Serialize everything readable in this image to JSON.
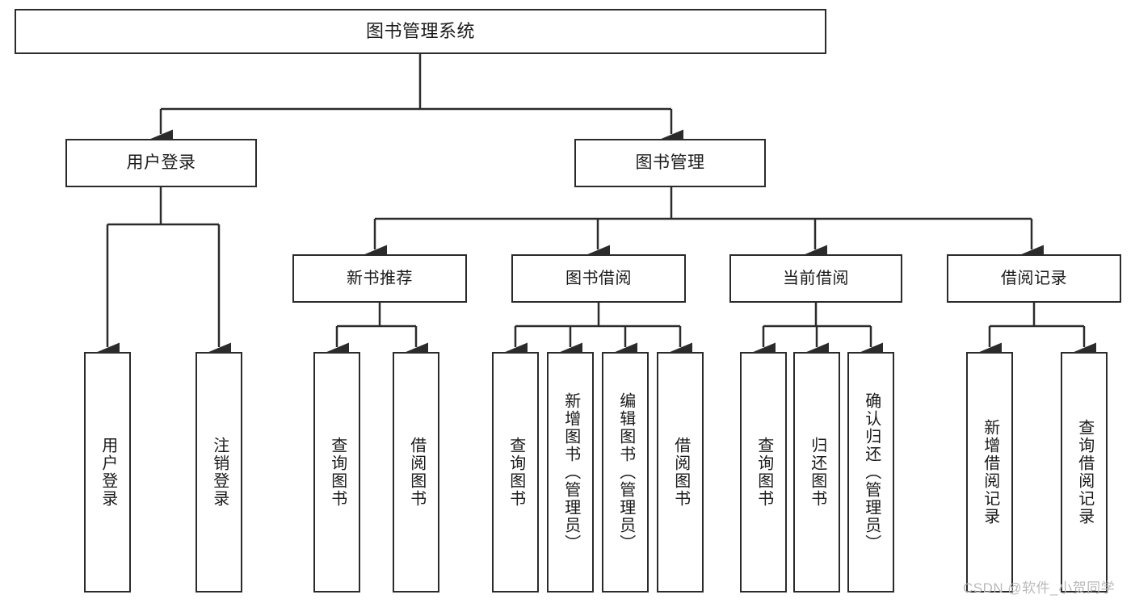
{
  "diagram": {
    "title": "图书管理系统",
    "type": "tree-hierarchy",
    "watermark": "CSDN @软件_小贺同学",
    "colors": {
      "stroke": "#2b2b2b",
      "fill": "#ffffff",
      "text": "#1a1a1a",
      "watermark": "#b9b9b9"
    },
    "root": {
      "label": "图书管理系统"
    },
    "level1": [
      {
        "label": "用户登录"
      },
      {
        "label": "图书管理"
      }
    ],
    "level2": [
      {
        "label": "新书推荐"
      },
      {
        "label": "图书借阅"
      },
      {
        "label": "当前借阅"
      },
      {
        "label": "借阅记录"
      }
    ],
    "leaves": {
      "user_login": [
        {
          "label": "用户登录"
        },
        {
          "label": "注销登录"
        }
      ],
      "new_book_recommend": [
        {
          "label": "查询图书"
        },
        {
          "label": "借阅图书"
        }
      ],
      "book_borrow": [
        {
          "label": "查询图书"
        },
        {
          "label": "新增图书（管理员）"
        },
        {
          "label": "编辑图书（管理员）"
        },
        {
          "label": "借阅图书"
        }
      ],
      "current_borrow": [
        {
          "label": "查询图书"
        },
        {
          "label": "归还图书"
        },
        {
          "label": "确认归还（管理员）"
        }
      ],
      "borrow_record": [
        {
          "label": "新增借阅记录"
        },
        {
          "label": "查询借阅记录"
        }
      ]
    }
  }
}
